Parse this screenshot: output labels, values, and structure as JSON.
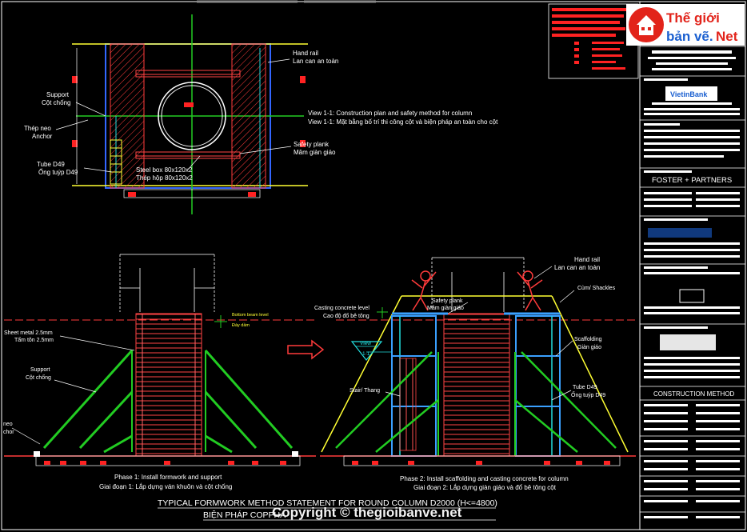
{
  "plan_view": {
    "hand_rail": "Hand rail",
    "hand_rail_vi": "Lan can an toàn",
    "support": "Support",
    "support_vi": "Cột chống",
    "anchor_vi": "Thép neo",
    "anchor": "Anchor",
    "tube": "Tube D49",
    "tube_vi": "Ống tuýp D49",
    "safety_plank": "Safety plank",
    "safety_plank_vi": "Mâm giàn giáo",
    "steel_box": "Steel box 80x120x2",
    "steel_box_vi": "Thép hộp 80x120x2",
    "view_title": "View 1-1: Construction plan and safety method for column",
    "view_title_vi": "View 1-1: Mặt bằng bố trí thi công cột và biện pháp an toàn cho cột"
  },
  "phase1": {
    "sheet_metal": "Sheet metal 2.5mm",
    "sheet_metal_vi": "Tấm tôn 2.5mm",
    "support": "Support",
    "support_vi": "Cột chống",
    "anchor_partial": "neo",
    "anchor_partial2": "chor",
    "beam_level": "Bottom beam level",
    "beam_level_vi": "Đáy dầm",
    "caption": "Phase 1: Install formwork and support",
    "caption_vi": "Giai đoạn 1: Lắp dựng ván khuôn và cột chống"
  },
  "phase2": {
    "hand_rail": "Hand rail",
    "hand_rail_vi": "Lan can an toàn",
    "safety_plank": "Safety plank",
    "safety_plank_vi": "Mâm giàn giáo",
    "shackles": "Cùm/ Shackles",
    "casting_level": "Casting concrete level",
    "casting_level_vi": "Cao độ đổ bê tông",
    "view_tag_top": "View",
    "view_tag_bottom": "1-1",
    "scaffolding": "Scaffolding",
    "scaffolding_vi": "Giàn giáo",
    "tube": "Tube D49",
    "tube_vi": "Ống tuýp D49",
    "stair": "Stair/ Thang",
    "caption": "Phase 2: Install scaffolding and casting concrete for column",
    "caption_vi": "Giai đoạn 2: Lắp dựng giàn giáo và đổ bê tông cột"
  },
  "drawing_title": "TYPICAL FORMWORK METHOD STATEMENT FOR ROUND COLUMN D2000 (H<=4800)",
  "drawing_title_vi": "BIỆN PHÁP COPPHA",
  "watermark": "Copyright © thegioibanve.net",
  "title_block": {
    "logo_line1": "Thế giới",
    "logo_line2": "bản vẽ.",
    "logo_net": "Net",
    "client": "VietinBank",
    "architect": "FOSTER + PARTNERS",
    "drawing_name": "CONSTRUCTION METHOD"
  },
  "colors": {
    "background": "#000000",
    "column_formwork": "#ff3b3b",
    "support": "#22cc22",
    "scaffold": "#3aa0ff",
    "rail": "#ffff33",
    "label_text": "#ffffff",
    "logo_red": "#e2231a",
    "logo_blue": "#1a5fd0"
  }
}
